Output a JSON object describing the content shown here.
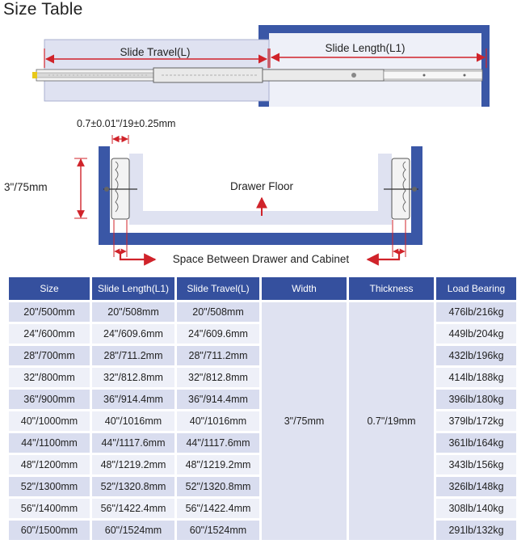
{
  "title": "Size Table",
  "diagram": {
    "slide_travel": "Slide Travel(L)",
    "slide_length": "Slide Length(L1)",
    "gap_spec": "0.7±0.01\"/19±0.25mm",
    "height_spec": "3\"/75mm",
    "drawer_floor": "Drawer Floor",
    "space_between": "Space Between Drawer and Cabinet"
  },
  "colors": {
    "header": "#35509e",
    "cabinet": "#3a57a6",
    "drawer": "#dfe2f1",
    "arrow": "#d0232a"
  },
  "table": {
    "headers": [
      "Size",
      "Slide Length(L1)",
      "Slide Travel(L)",
      "Width",
      "Thickness",
      "Load Bearing"
    ],
    "width": "3\"/75mm",
    "thickness": "0.7\"/19mm",
    "rows": [
      [
        "20\"/500mm",
        "20\"/508mm",
        "20\"/508mm",
        "476lb/216kg"
      ],
      [
        "24\"/600mm",
        "24\"/609.6mm",
        "24\"/609.6mm",
        "449lb/204kg"
      ],
      [
        "28\"/700mm",
        "28\"/711.2mm",
        "28\"/711.2mm",
        "432lb/196kg"
      ],
      [
        "32\"/800mm",
        "32\"/812.8mm",
        "32\"/812.8mm",
        "414lb/188kg"
      ],
      [
        "36\"/900mm",
        "36\"/914.4mm",
        "36\"/914.4mm",
        "396lb/180kg"
      ],
      [
        "40\"/1000mm",
        "40\"/1016mm",
        "40\"/1016mm",
        "379lb/172kg"
      ],
      [
        "44\"/1100mm",
        "44\"/1117.6mm",
        "44\"/1117.6mm",
        "361lb/164kg"
      ],
      [
        "48\"/1200mm",
        "48\"/1219.2mm",
        "48\"/1219.2mm",
        "343lb/156kg"
      ],
      [
        "52\"/1300mm",
        "52\"/1320.8mm",
        "52\"/1320.8mm",
        "326lb/148kg"
      ],
      [
        "56\"/1400mm",
        "56\"/1422.4mm",
        "56\"/1422.4mm",
        "308lb/140kg"
      ],
      [
        "60\"/1500mm",
        "60\"/1524mm",
        "60\"/1524mm",
        "291lb/132kg"
      ]
    ]
  }
}
